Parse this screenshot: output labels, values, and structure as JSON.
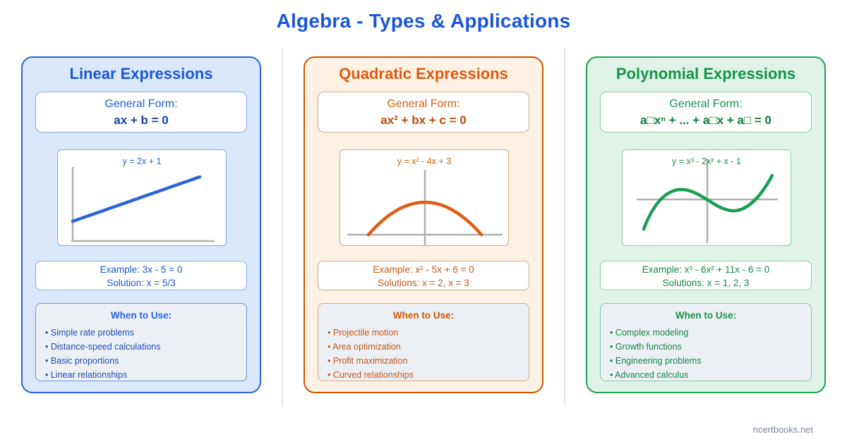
{
  "title": "Algebra - Types & Applications",
  "footer": "ncertbooks.net",
  "colors": {
    "title_blue": "#1a56db",
    "linear_accent": "#2563eb",
    "quadratic_accent": "#d35400",
    "polynomial_accent": "#149444",
    "axis_gray": "#b0b0b0",
    "use_box_bg": "#ecf0f5"
  },
  "panels": [
    {
      "id": "linear",
      "title": "Linear Expressions",
      "general_form_label": "General Form:",
      "formula": "ax + b = 0",
      "graph_label": "y = 2x + 1",
      "example": "Example: 3x - 5 = 0",
      "solution": "Solution: x = 5/3",
      "when_to_use_label": "When to Use:",
      "uses": [
        "Simple rate problems",
        "Distance-speed calculations",
        "Basic proportions",
        "Linear relationships"
      ]
    },
    {
      "id": "quadratic",
      "title": "Quadratic Expressions",
      "general_form_label": "General Form:",
      "formula": "ax² + bx + c = 0",
      "graph_label": "y = x² - 4x + 3",
      "example": "Example: x² - 5x + 6 = 0",
      "solution": "Solutions: x = 2, x = 3",
      "when_to_use_label": "When to Use:",
      "uses": [
        "Projectile motion",
        "Area optimization",
        "Profit maximization",
        "Curved relationships"
      ]
    },
    {
      "id": "polynomial",
      "title": "Polynomial Expressions",
      "general_form_label": "General Form:",
      "formula": "a□xⁿ + ... + a□x + a□ = 0",
      "graph_label": "y = x³ - 2x² + x - 1",
      "example": "Example: x³ - 6x² + 11x - 6 = 0",
      "solution": "Solutions: x = 1, 2, 3",
      "when_to_use_label": "When to Use:",
      "uses": [
        "Complex modeling",
        "Growth functions",
        "Engineering problems",
        "Advanced calculus"
      ]
    }
  ]
}
